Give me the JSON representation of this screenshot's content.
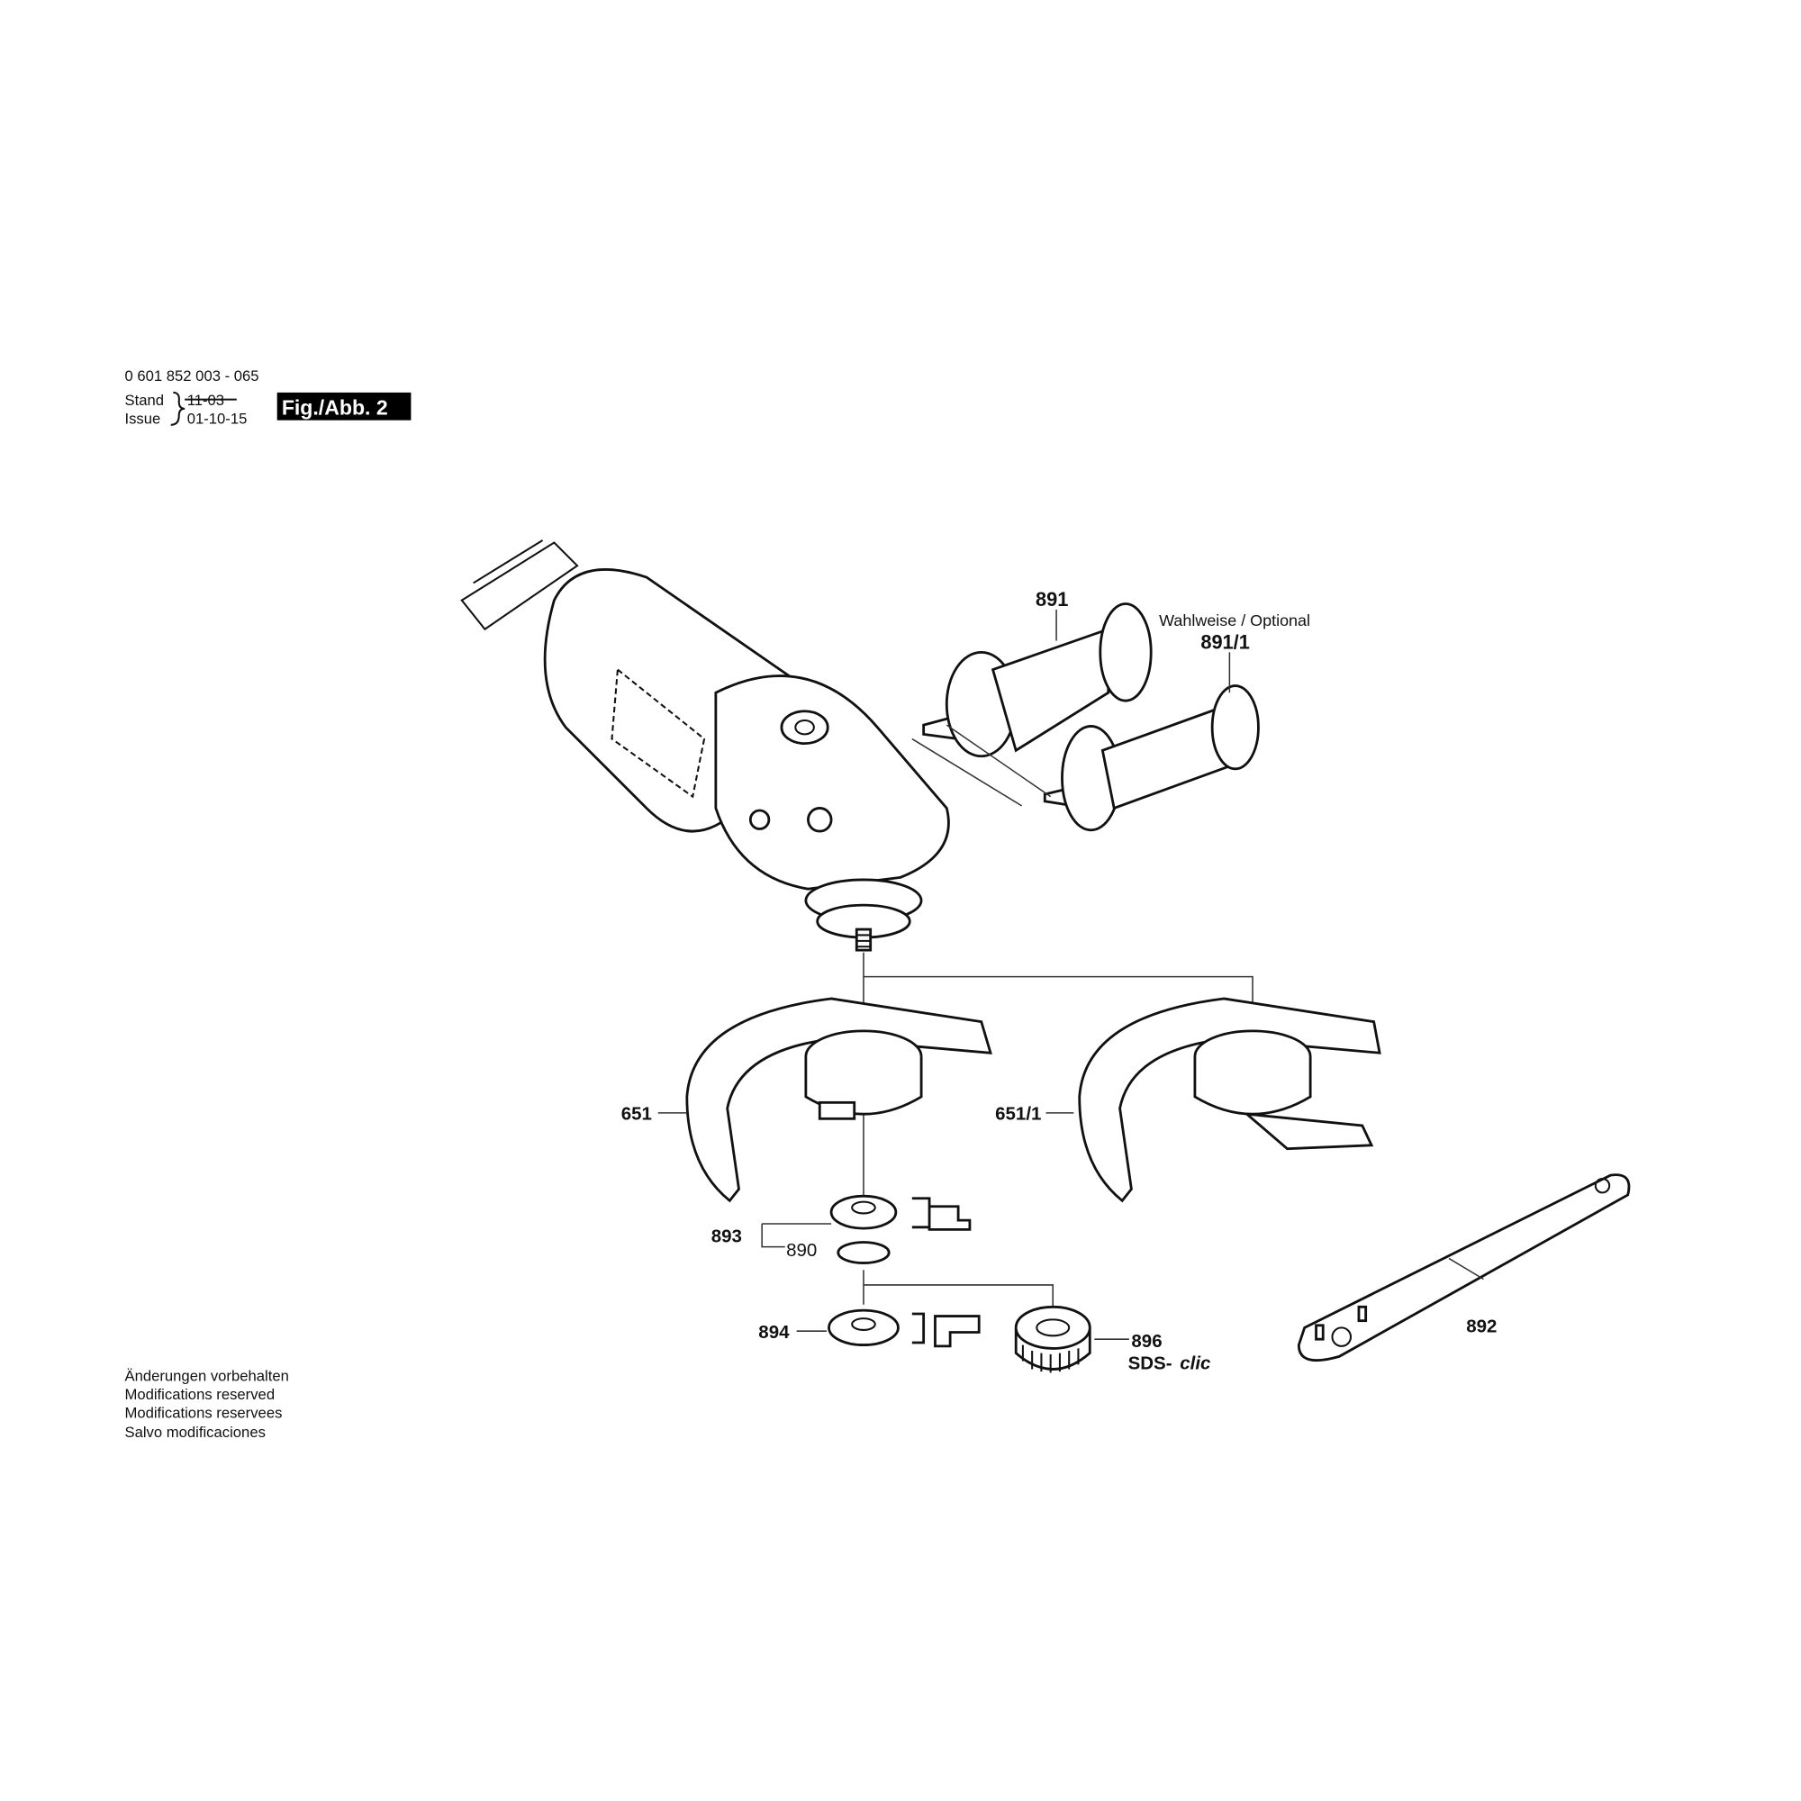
{
  "header": {
    "part_number": "0 601 852 003 - 065",
    "stand_label": "Stand",
    "issue_label": "Issue",
    "old_date": "11-03",
    "date": "01-10-15",
    "figure_label": "Fig./Abb. 2"
  },
  "callouts": {
    "c891": "891",
    "optional_note": "Wahlweise / Optional",
    "c891_1": "891/1",
    "c651": "651",
    "c651_1": "651/1",
    "c893": "893",
    "c890": "890",
    "c894": "894",
    "c896": "896",
    "sds_prefix": "SDS-",
    "sds_suffix": "clic",
    "c892": "892"
  },
  "footer": {
    "lines": [
      "Änderungen vorbehalten",
      "Modifications reserved",
      "Modifications reservees",
      "Salvo modificaciones"
    ]
  }
}
